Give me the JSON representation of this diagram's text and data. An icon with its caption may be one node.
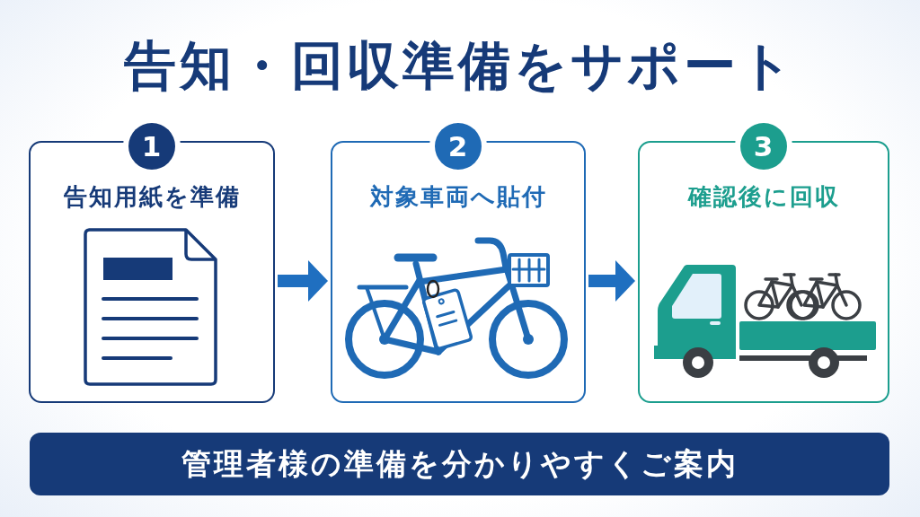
{
  "diagram": {
    "title": "告知・回収準備をサポート",
    "nodes": [
      {
        "text": [
          "1",
          "告知用紙を準備"
        ]
      },
      {
        "text": [
          "2",
          "対象車両へ貼付"
        ]
      },
      {
        "text": [
          "3",
          "確認後に回収"
        ]
      },
      {
        "text": [
          "管理者様の準備を分かりやすくご案内"
        ]
      }
    ],
    "edges": [
      {
        "from": 0,
        "to": 1,
        "arrow": "to"
      },
      {
        "from": 1,
        "to": 2,
        "arrow": "to"
      }
    ]
  }
}
